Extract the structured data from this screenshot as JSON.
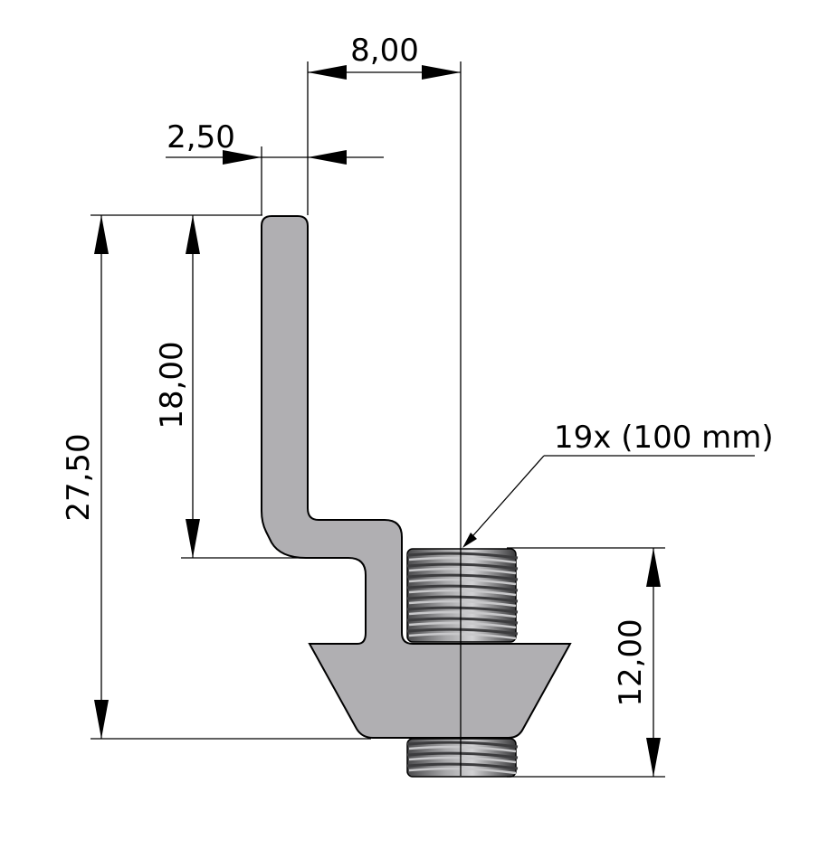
{
  "dimensions": {
    "top_width": "8,00",
    "thickness": "2,50",
    "total_height": "27,50",
    "upper_height": "18,00",
    "thread_height": "12,00"
  },
  "callout": {
    "label": "19x (100 mm)"
  },
  "colors": {
    "part_fill": "#b0afb2",
    "part_outline": "#000000",
    "thread_dark": "#3c3c3e",
    "thread_light": "#c8c8ca",
    "line": "#000000",
    "background": "#ffffff"
  }
}
